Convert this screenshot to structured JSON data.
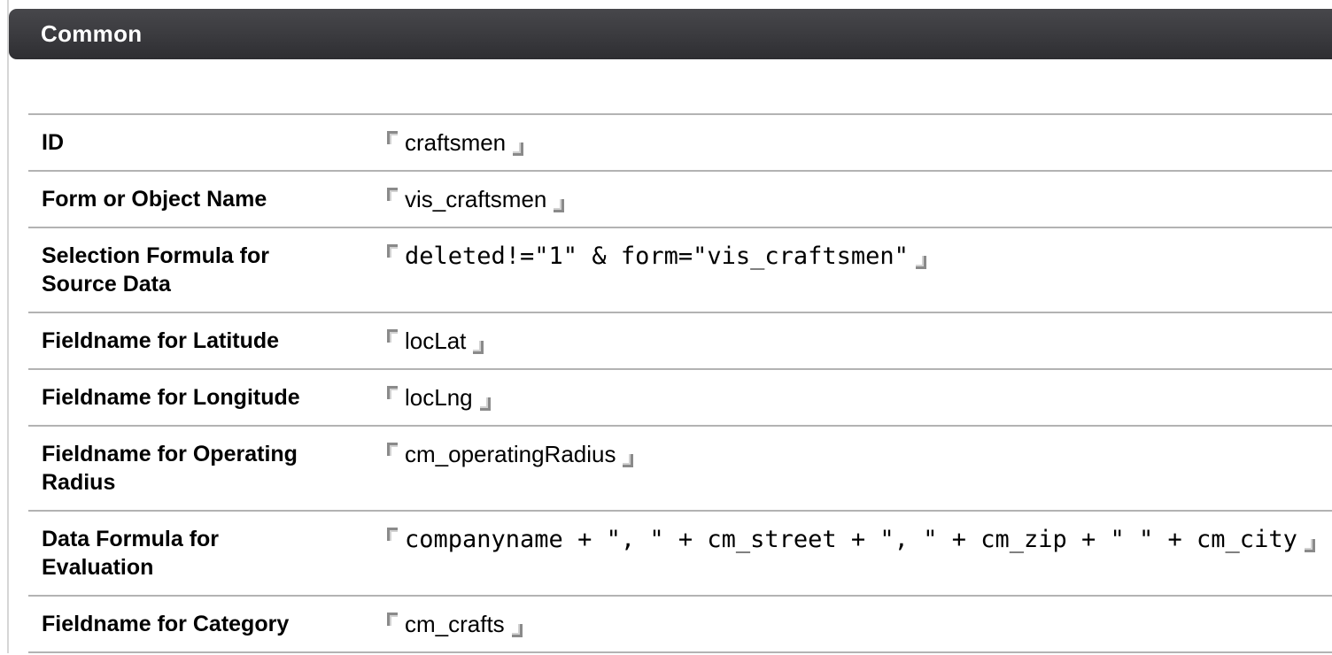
{
  "section": {
    "title": "Common"
  },
  "colors": {
    "header_gradient_top": "#47474b",
    "header_gradient_bottom": "#2e2e32",
    "separator": "#b3b3b3",
    "page_left_border": "#d6d6d6",
    "field_bracket": "#8a8a8a",
    "label_text": "#000000",
    "value_text": "#000000",
    "header_text": "#ffffff"
  },
  "fields": [
    {
      "label": "ID",
      "value": "craftsmen",
      "format": "text"
    },
    {
      "label": "Form or Object Name",
      "value": "vis_craftsmen",
      "format": "text"
    },
    {
      "label": "Selection Formula for Source Data",
      "value": "deleted!=\"1\" & form=\"vis_craftsmen\"",
      "format": "mono"
    },
    {
      "label": "Fieldname for Latitude",
      "value": "locLat",
      "format": "text"
    },
    {
      "label": "Fieldname for Longitude",
      "value": "locLng",
      "format": "text"
    },
    {
      "label": "Fieldname for Operating Radius",
      "value": "cm_operatingRadius",
      "format": "text"
    },
    {
      "label": "Data Formula for Evaluation",
      "value": "companyname + \", \" + cm_street + \", \" + cm_zip + \" \" + cm_city",
      "format": "mono"
    },
    {
      "label": "Fieldname for Category",
      "value": "cm_crafts",
      "format": "text"
    }
  ]
}
